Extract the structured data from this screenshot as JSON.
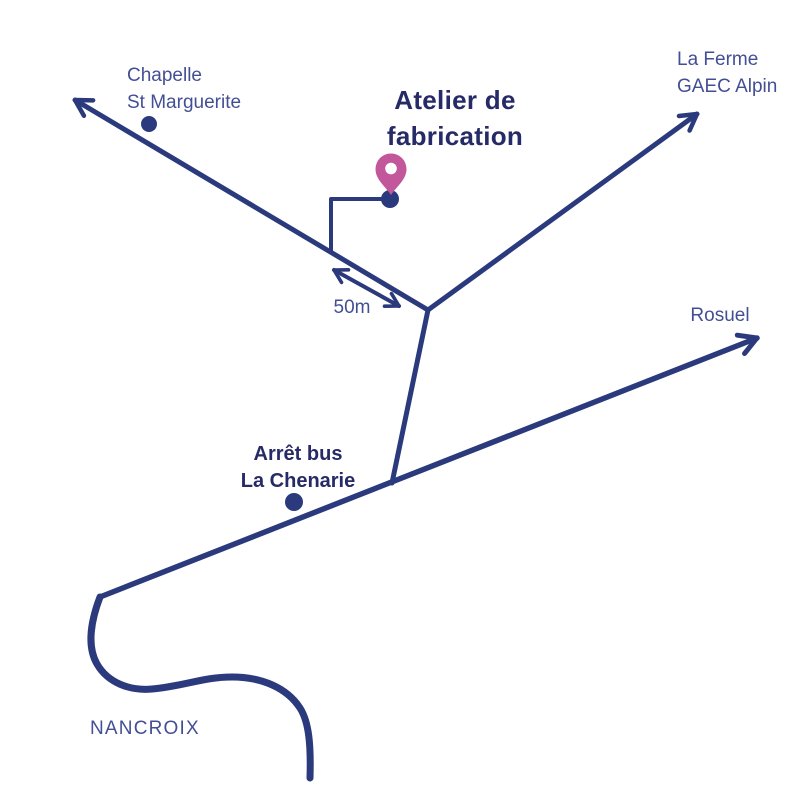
{
  "map": {
    "title": [
      "Atelier de",
      "fabrication"
    ],
    "scale": {
      "label": "50m"
    },
    "locations": {
      "chapelle": {
        "line1": "Chapelle",
        "line2": "St Marguerite"
      },
      "ferme": {
        "line1": "La Ferme",
        "line2": "GAEC Alpin"
      },
      "rosuel": {
        "label": "Rosuel"
      },
      "bus": {
        "line1": "Arrêt bus",
        "line2": "La Chenarie"
      },
      "nancroix": {
        "label": "NANCROIX"
      }
    },
    "colors": {
      "road": "#2b3a7c",
      "title": "#262a66",
      "label": "#434f95",
      "bold_label": "#262a66",
      "pin": "#c2579c",
      "pin_hole": "#ffffff",
      "background": "#ffffff"
    }
  }
}
